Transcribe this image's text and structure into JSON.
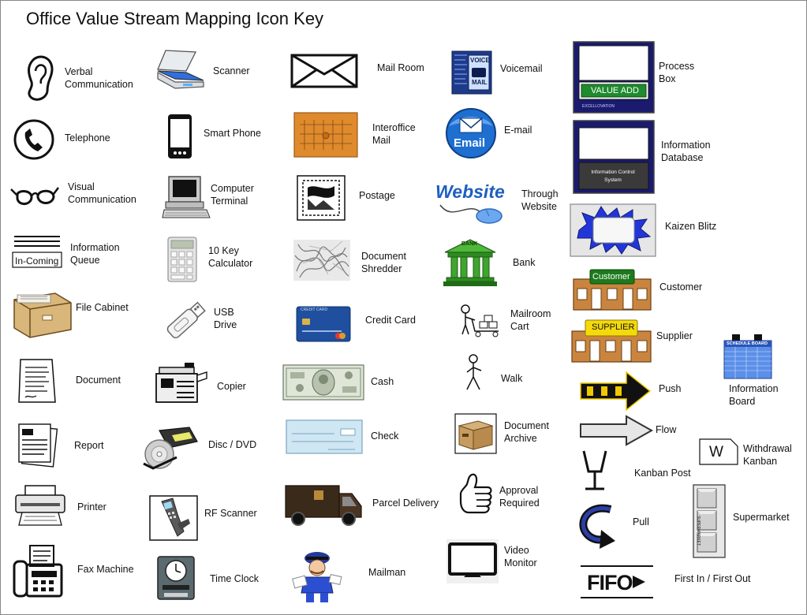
{
  "title": "Office Value Stream Mapping Icon Key",
  "icons": {
    "verbal_communication": "Verbal\nCommunication",
    "telephone": "Telephone",
    "visual_communication": "Visual\nCommunication",
    "information_queue": "Information\nQueue",
    "in_coming": "In-Coming",
    "file_cabinet": "File Cabinet",
    "document": "Document",
    "report": "Report",
    "printer": "Printer",
    "fax_machine": "Fax Machine",
    "scanner": "Scanner",
    "smart_phone": "Smart Phone",
    "computer_terminal": "Computer\nTerminal",
    "key_calculator": "10 Key\nCalculator",
    "usb_drive": "USB\nDrive",
    "copier": "Copier",
    "disc_dvd": "Disc / DVD",
    "rf_scanner": "RF Scanner",
    "time_clock": "Time Clock",
    "mail_room": "Mail Room",
    "interoffice_mail": "Interoffice\nMail",
    "postage": "Postage",
    "document_shredder": "Document\nShredder",
    "credit_card": "Credit Card",
    "cash": "Cash",
    "check": "Check",
    "parcel_delivery": "Parcel Delivery",
    "mailman": "Mailman",
    "voicemail": "Voicemail",
    "email": "E-mail",
    "through_website": "Through\nWebsite",
    "bank": "Bank",
    "mailroom_cart": "Mailroom\nCart",
    "walk": "Walk",
    "document_archive": "Document\nArchive",
    "approval_required": "Approval\nRequired",
    "video_monitor": "Video\nMonitor",
    "process_box": "Process\nBox",
    "value_add": "VALUE ADD",
    "information_database": "Information\nDatabase",
    "information_control_system": "Information Control\nSystem",
    "kaizen_blitz": "Kaizen Blitz",
    "customer": "Customer",
    "customer_sign": "Customer",
    "supplier": "Supplier",
    "supplier_sign": "SUPPLIER",
    "push": "Push",
    "information_board": "Information\nBoard",
    "schedule_board": "SCHEDULE BOARD",
    "flow": "Flow",
    "withdrawal_kanban": "Withdrawal\nKanban",
    "w_letter": "W",
    "kanban_post": "Kanban Post",
    "pull": "Pull",
    "supermarket": "Supermarket",
    "first_in_first_out": "First In / First Out",
    "fifo": "FIFO",
    "voice_mail_voice": "VOICE",
    "voice_mail_mail": "MAIL",
    "email_badge": "Email",
    "website_word": "Website",
    "bank_sign": "BANK",
    "credit_card_text": "CREDIT CARD",
    "supermarket_side": "SUPERMARKET",
    "process_footer": "EXCELLOVATION"
  },
  "colors": {
    "navy": "#1a1a6e",
    "value_add_green": "#1f8a2e",
    "email_blue": "#1e6fd0",
    "bank_green": "#2e8b22",
    "customer_green": "#1d7a1d",
    "supplier_yellow": "#f5d90a",
    "building_tan": "#c9853f",
    "board_blue": "#5b8fe8",
    "kaizen_blue": "#2236d8"
  }
}
